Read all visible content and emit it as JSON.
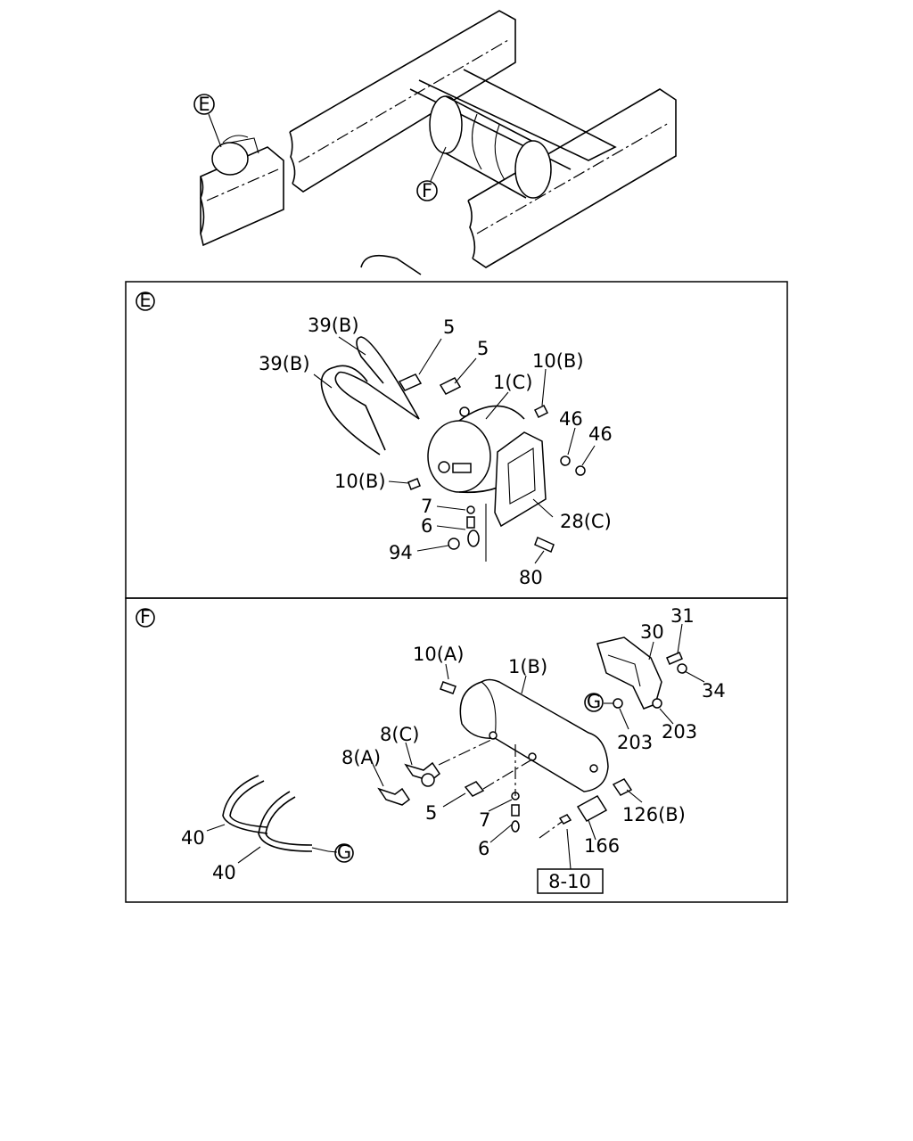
{
  "overview": {
    "callout_e": "E",
    "callout_f": "F"
  },
  "panel_e": {
    "tag": "E",
    "labels": {
      "l39b_1": "39(B)",
      "l39b_2": "39(B)",
      "l5_1": "5",
      "l5_2": "5",
      "l1c": "1(C)",
      "l10b_1": "10(B)",
      "l46_1": "46",
      "l46_2": "46",
      "l10b_2": "10(B)",
      "l7": "7",
      "l6": "6",
      "l28c": "28(C)",
      "l94": "94",
      "l80": "80"
    }
  },
  "panel_f": {
    "tag": "F",
    "labels": {
      "l10a": "10(A)",
      "l1b": "1(B)",
      "l31": "31",
      "l30": "30",
      "l34": "34",
      "lg_callout": "G",
      "l203_1": "203",
      "l203_2": "203",
      "l8c": "8(C)",
      "l8a": "8(A)",
      "l5": "5",
      "l7": "7",
      "l6": "6",
      "l126b": "126(B)",
      "l166": "166",
      "l40_1": "40",
      "l40_2": "40",
      "lg_end": "G",
      "ref_box": "8-10"
    }
  }
}
